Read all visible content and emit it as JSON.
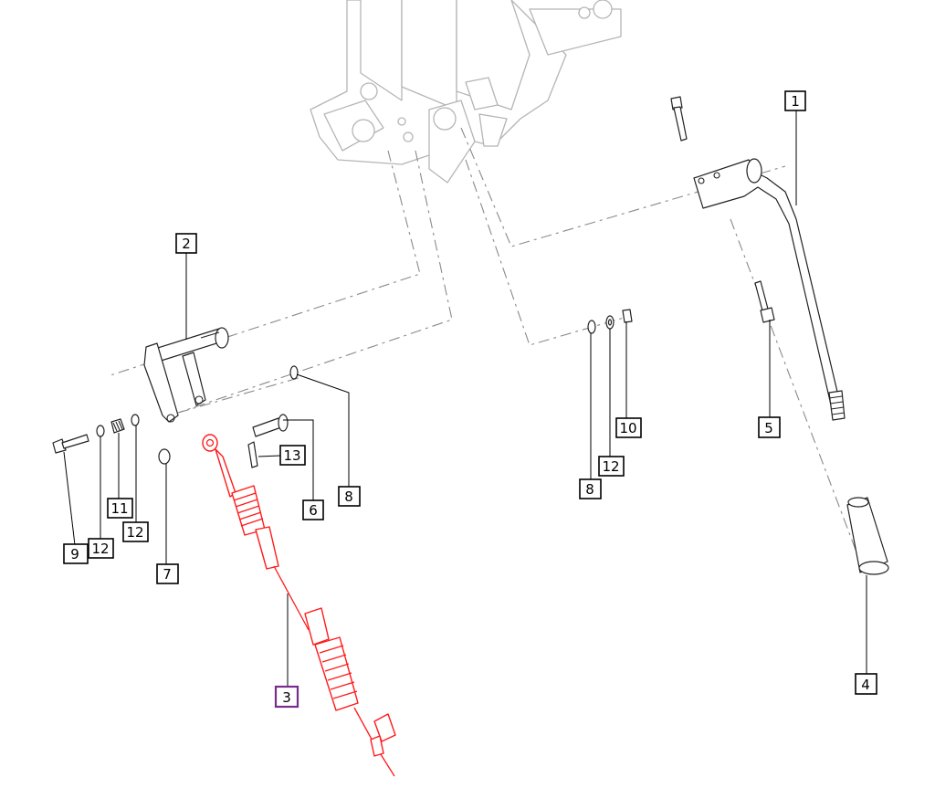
{
  "callouts": [
    {
      "id": "c1",
      "label": "1",
      "interactable": true
    },
    {
      "id": "c2",
      "label": "2",
      "interactable": true
    },
    {
      "id": "c3",
      "label": "3",
      "interactable": true,
      "selected": true
    },
    {
      "id": "c4",
      "label": "4",
      "interactable": true
    },
    {
      "id": "c5",
      "label": "5",
      "interactable": true
    },
    {
      "id": "c6",
      "label": "6",
      "interactable": true
    },
    {
      "id": "c7",
      "label": "7",
      "interactable": true
    },
    {
      "id": "c8a",
      "label": "8",
      "interactable": true
    },
    {
      "id": "c8b",
      "label": "8",
      "interactable": true
    },
    {
      "id": "c9",
      "label": "9",
      "interactable": true
    },
    {
      "id": "c10",
      "label": "10",
      "interactable": true
    },
    {
      "id": "c11",
      "label": "11",
      "interactable": true
    },
    {
      "id": "c12a",
      "label": "12",
      "interactable": true
    },
    {
      "id": "c12b",
      "label": "12",
      "interactable": true
    },
    {
      "id": "c12c",
      "label": "12",
      "interactable": true
    },
    {
      "id": "c13",
      "label": "13",
      "interactable": true
    }
  ],
  "colors": {
    "highlight": "#ff1a1a",
    "selected_box": "#7a2c8c",
    "ghost": "#b5b5b5",
    "ink": "#000000"
  }
}
